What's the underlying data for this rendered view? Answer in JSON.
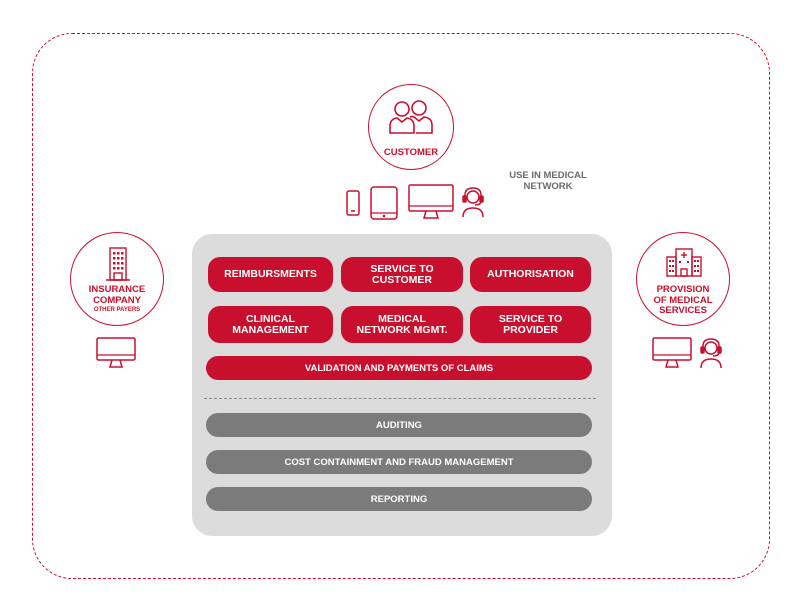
{
  "customer": {
    "label": "CUSTOMER",
    "icon": "users-icon"
  },
  "network_note": "USE IN MEDICAL\nNETWORK",
  "devices": [
    "smartphone-icon",
    "tablet-icon",
    "desktop-icon",
    "call-agent-icon"
  ],
  "insurer": {
    "label": "INSURANCE\nCOMPANY",
    "sublabel": "OTHER PAYERS",
    "icon": "office-building-icon"
  },
  "provider": {
    "label": "PROVISION\nOF MEDICAL\nSERVICES",
    "icon": "hospital-icon"
  },
  "modules": [
    "REIMBURSMENTS",
    "SERVICE TO\nCUSTOMER",
    "AUTHORISATION",
    "CLINICAL\nMANAGEMENT",
    "MEDICAL\nNETWORK MGMT.",
    "SERVICE TO\nPROVIDER"
  ],
  "validation_bar": "VALIDATION AND PAYMENTS OF CLAIMS",
  "support_bars": [
    "AUDITING",
    "COST CONTAINMENT AND FRAUD MANAGEMENT",
    "REPORTING"
  ],
  "colors": {
    "accent": "#c8102e",
    "panel": "#dcdcdc",
    "grey_bar": "#7b7b7b",
    "note": "#6b6b6b"
  }
}
